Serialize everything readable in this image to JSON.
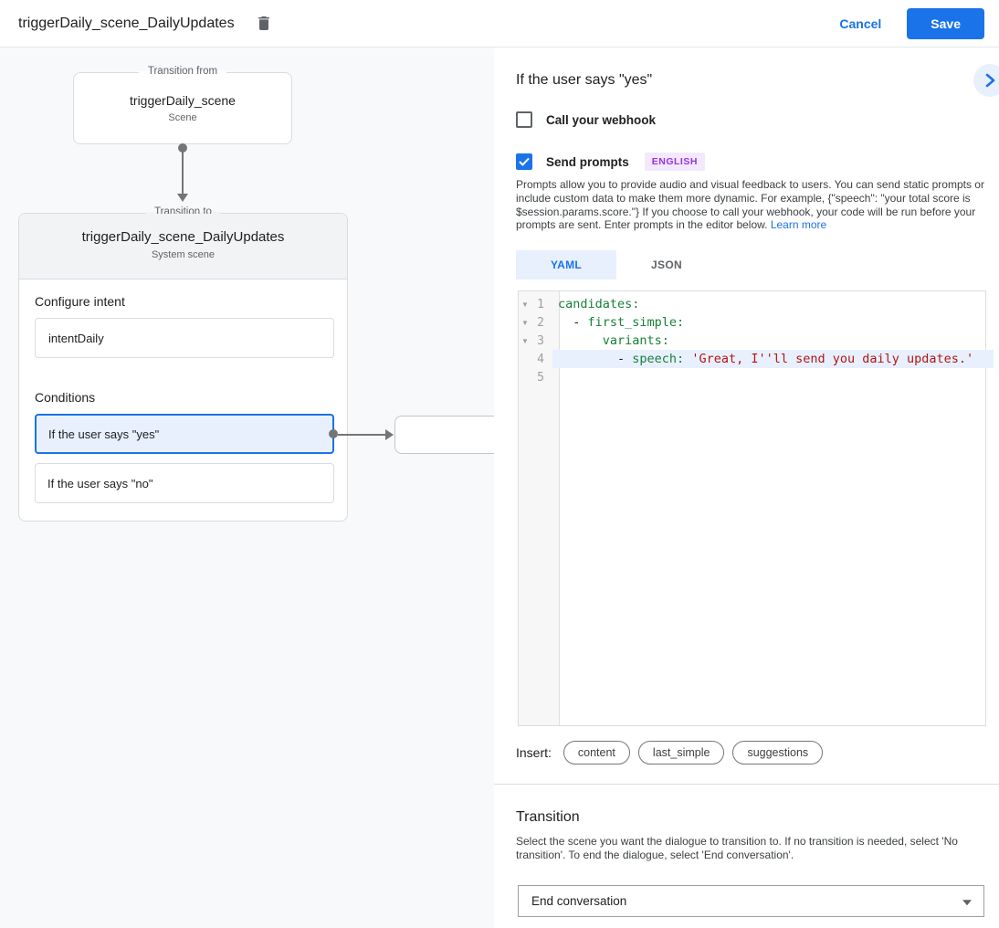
{
  "colors": {
    "accent": "#1a73e8",
    "accent-soft": "#e8f0fe",
    "code-key": "#188038",
    "code-string": "#b31412",
    "badge-bg": "#f3e8fd",
    "badge-text": "#9334e6"
  },
  "header": {
    "title": "triggerDaily_scene_DailyUpdates",
    "cancel_label": "Cancel",
    "save_label": "Save"
  },
  "canvas": {
    "from_node": {
      "legend": "Transition from",
      "title": "triggerDaily_scene",
      "subtitle": "Scene"
    },
    "to_node": {
      "legend": "Transition to",
      "title": "triggerDaily_scene_DailyUpdates",
      "subtitle": "System scene",
      "configure_intent_label": "Configure intent",
      "intent_value": "intentDaily",
      "conditions_label": "Conditions",
      "conditions": [
        {
          "label": "If the user says \"yes\"",
          "selected": true,
          "has_connector": true
        },
        {
          "label": "If the user says \"no\"",
          "selected": false,
          "has_connector": false
        }
      ]
    }
  },
  "detail_panel": {
    "title": "If the user says \"yes\"",
    "webhook_checkbox": {
      "label": "Call your webhook",
      "checked": false
    },
    "prompts_checkbox": {
      "label": "Send prompts",
      "checked": true,
      "badge": "ENGLISH"
    },
    "description": "Prompts allow you to provide audio and visual feedback to users. You can send static prompts or include custom data to make them more dynamic. For example, {\"speech\": \"your total score is $session.params.score.\"} If you choose to call your webhook, your code will be run before your prompts are sent. Enter prompts in the editor below.",
    "learn_more_label": "Learn more",
    "tabs": [
      {
        "label": "YAML",
        "active": true
      },
      {
        "label": "JSON",
        "active": false
      }
    ],
    "editor": {
      "lines": [
        {
          "number": 1,
          "foldable": true,
          "highlighted": false,
          "segments": [
            {
              "type": "key",
              "text": "candidates:"
            }
          ]
        },
        {
          "number": 2,
          "foldable": true,
          "highlighted": false,
          "segments": [
            {
              "type": "plain",
              "text": "  - "
            },
            {
              "type": "key",
              "text": "first_simple:"
            }
          ]
        },
        {
          "number": 3,
          "foldable": true,
          "highlighted": false,
          "segments": [
            {
              "type": "plain",
              "text": "      "
            },
            {
              "type": "key",
              "text": "variants:"
            }
          ]
        },
        {
          "number": 4,
          "foldable": false,
          "highlighted": true,
          "segments": [
            {
              "type": "plain",
              "text": "        - "
            },
            {
              "type": "key",
              "text": "speech: "
            },
            {
              "type": "string",
              "text": "'Great, I''ll send you daily updates.'"
            }
          ]
        },
        {
          "number": 5,
          "foldable": false,
          "highlighted": false,
          "segments": []
        }
      ]
    },
    "insert_label": "Insert:",
    "insert_chips": [
      "content",
      "last_simple",
      "suggestions"
    ],
    "transition": {
      "title": "Transition",
      "description": "Select the scene you want the dialogue to transition to. If no transition is needed, select 'No transition'. To end the dialogue, select 'End conversation'.",
      "selected_value": "End conversation"
    }
  }
}
